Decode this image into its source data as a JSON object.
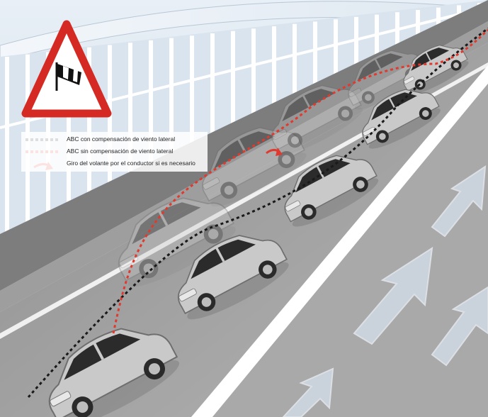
{
  "diagram": {
    "colors": {
      "sky": "#dfe9f2",
      "railing": "#ffffff",
      "road": "#9a9a9a",
      "lane": "#a6a6a6",
      "lane_marking": "#ffffff",
      "car_body": "#c6c6c6",
      "car_window": "#2a2a2a",
      "path_with": "#1a1a1a",
      "path_without": "#e03a2f",
      "wind_arrow": "#c9d6e4",
      "sign_border": "#d42a23"
    },
    "sign": {
      "icon": "crosswind-windsock-icon"
    },
    "legend": [
      {
        "label": "ABC con compensación de viento lateral",
        "style": "black-dotted-line"
      },
      {
        "label": "ABC sin compensación de viento lateral",
        "style": "red-dotted-line"
      },
      {
        "label": "Giro del volante por el conductor si es necesario",
        "style": "red-curved-arrow"
      }
    ]
  }
}
